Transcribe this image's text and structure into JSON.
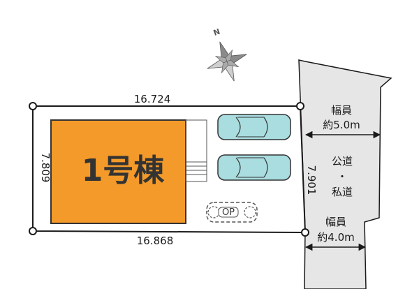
{
  "colors": {
    "building_fill": "#f39a2a",
    "building_stroke": "#333333",
    "road_fill": "#e6e6e6",
    "car_fill": "#a9dde0",
    "line": "#1a1a1a"
  },
  "compass": {
    "north_label": "N"
  },
  "lot": {
    "top_width": "16.724",
    "bottom_width": "16.868",
    "left_depth": "7.809",
    "right_depth": "7.901"
  },
  "building": {
    "label": "1号棟"
  },
  "parking": {
    "cars": 2,
    "optional_label": "OP"
  },
  "road": {
    "upper_width_label": "幅員",
    "upper_width_value": "約5.0m",
    "type_line1": "公道",
    "type_separator": "・",
    "type_line2": "私道",
    "lower_width_label": "幅員",
    "lower_width_value": "約4.0m"
  }
}
